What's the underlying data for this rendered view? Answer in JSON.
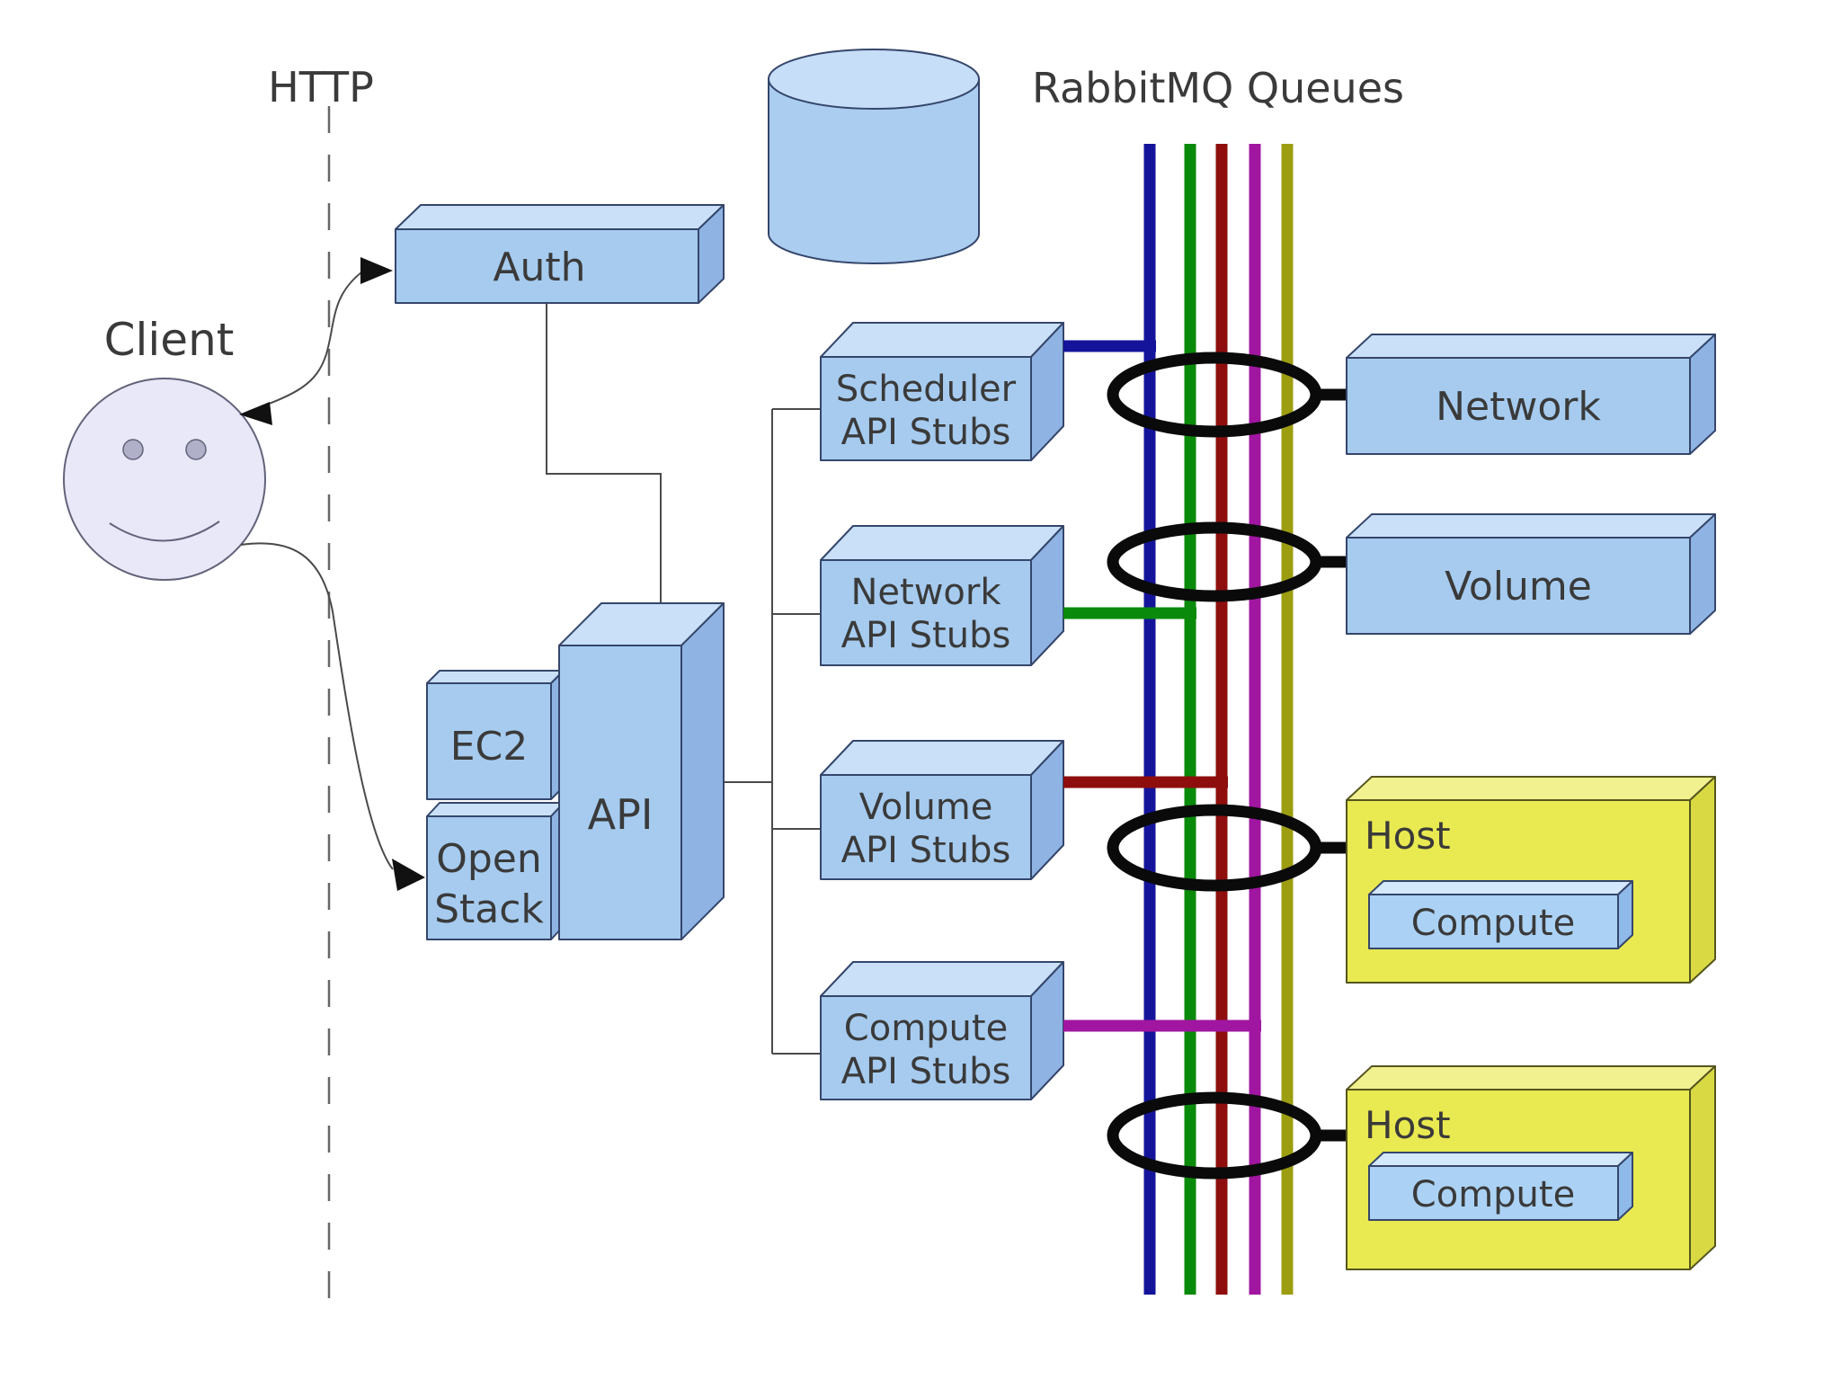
{
  "labels": {
    "http": "HTTP",
    "client": "Client",
    "rabbitmq_title": "RabbitMQ Queues"
  },
  "nodes": {
    "auth": {
      "label": "Auth"
    },
    "ec2": {
      "label": "EC2"
    },
    "openstack": {
      "line1": "Open",
      "line2": "Stack"
    },
    "api": {
      "label": "API"
    },
    "scheduler_stub": {
      "line1": "Scheduler",
      "line2": "API Stubs"
    },
    "network_stub": {
      "line1": "Network",
      "line2": "API Stubs"
    },
    "volume_stub": {
      "line1": "Volume",
      "line2": "API Stubs"
    },
    "compute_stub": {
      "line1": "Compute",
      "line2": "API Stubs"
    },
    "network_worker": {
      "label": "Network"
    },
    "volume_worker": {
      "label": "Volume"
    },
    "host1": {
      "label": "Host",
      "compute_label": "Compute"
    },
    "host2": {
      "label": "Host",
      "compute_label": "Compute"
    }
  },
  "queues": [
    {
      "name": "queue-navy",
      "color": "#14149b"
    },
    {
      "name": "queue-green",
      "color": "#0a8a0a"
    },
    {
      "name": "queue-dark-red",
      "color": "#8e0e0e"
    },
    {
      "name": "queue-purple",
      "color": "#a016a0"
    },
    {
      "name": "queue-olive",
      "color": "#9d9d12"
    }
  ],
  "colors": {
    "text": "#3a3a3a",
    "line": "#4a4a4a",
    "dashed_line": "#666666",
    "arrow": "#111111",
    "ring": "#0a0a0a",
    "box_front": "#a6cbef",
    "box_top": "#c9e0f8",
    "box_side": "#8fb4e3",
    "box_border": "#35466b",
    "host_front": "#e9e951",
    "host_top": "#f1f18f",
    "host_side": "#d9d944",
    "host_border": "#55551e",
    "inner_front": "#abd2f5",
    "inner_top": "#d3e8fb",
    "inner_side": "#8fb9e8",
    "cylinder_body": "#aacdf0",
    "cylinder_top": "#c6def7",
    "face_fill": "#e8e8f8",
    "face_stroke": "#62627a",
    "face_feature": "#b0b0c8"
  }
}
